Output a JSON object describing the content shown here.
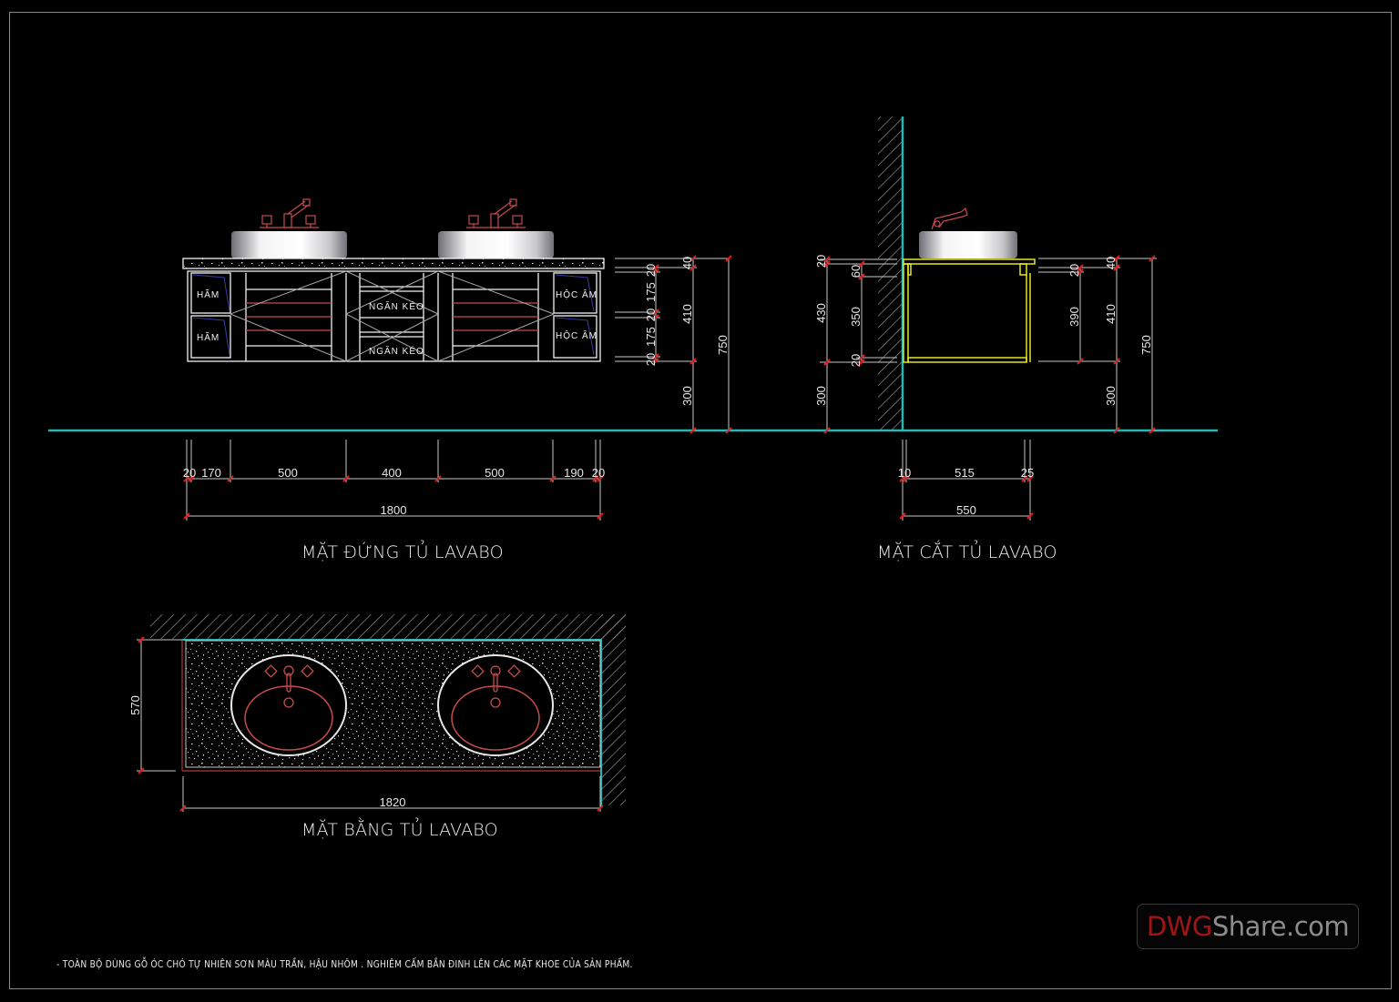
{
  "drawing": {
    "colors": {
      "background": "#000000",
      "frame": "#8a8a8a",
      "floor_wall_line": "#2ab5b5",
      "dimension_line": "#c8c8c8",
      "dimension_tick": "#e01e1e",
      "cabinet_outline": "#f2f2f2",
      "section_outline": "#e6e61e",
      "fixture": "#c84b4b",
      "hatch": "#9a9a9a"
    },
    "elevation": {
      "title": "MẶT ĐỨNG TỦ LAVABO",
      "labels": {
        "left_top": "HÃM",
        "left_bottom": "HÃM",
        "right_top": "HỘC ÂM",
        "right_bottom": "HỘC ÂM",
        "center_top": "NGĂN KÉO",
        "center_bottom": "NGĂN KÉO"
      },
      "horizontal_dims": [
        "20",
        "170",
        "500",
        "400",
        "500",
        "190",
        "20"
      ],
      "horizontal_total": "1800",
      "vertical_dims_inner": [
        "20",
        "175",
        "20",
        "175",
        "20"
      ],
      "vertical_dims_mid": [
        "40",
        "410",
        "300"
      ],
      "vertical_total": "750"
    },
    "section": {
      "title": "MẶT CẮT TỦ LAVABO",
      "left_dims_outer": [
        "20",
        "430",
        "300"
      ],
      "left_dims_inner": [
        "60",
        "350",
        "20"
      ],
      "right_dims_inner": [
        "20",
        "390"
      ],
      "right_dims_mid": [
        "40",
        "410",
        "300"
      ],
      "right_total": "750",
      "horizontal_dims": [
        "10",
        "515",
        "25"
      ],
      "horizontal_total": "550"
    },
    "plan": {
      "title": "MẶT BẰNG TỦ LAVABO",
      "depth_dim": "570",
      "width_dim": "1820"
    },
    "note": "- TOÀN BỘ DÙNG GỖ ÓC CHÓ TỰ NHIÊN SƠN MÀU TRẦN, HẬU NHÔM . NGHIÊM CẤM BẮN ĐINH LÊN CÁC MẶT KHOE CỦA SẢN PHẨM.",
    "watermark": {
      "part1": "DWG",
      "part2": "Share.com"
    }
  }
}
